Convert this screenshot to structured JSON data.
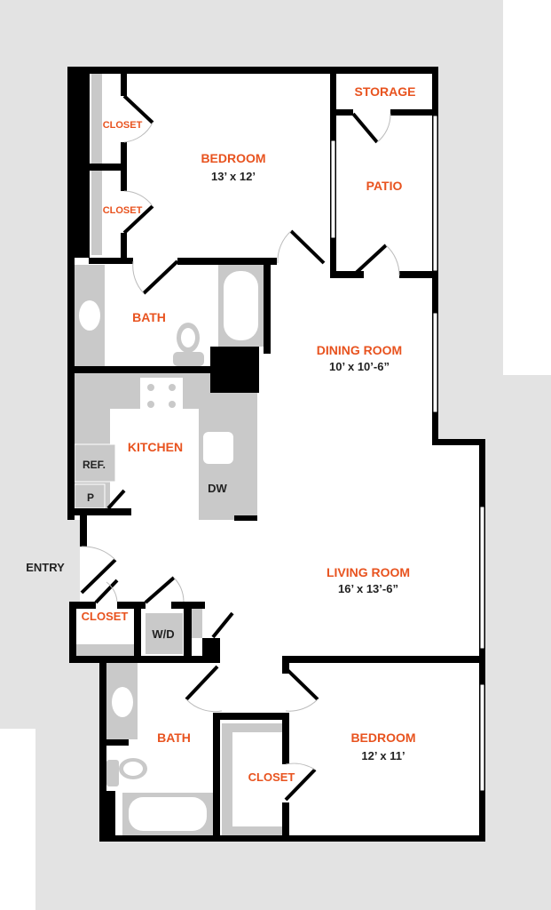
{
  "colors": {
    "background": "#e3e3e3",
    "label": "#e8531f",
    "wall": "#000000",
    "fixture": "#c9c9c9"
  },
  "rooms": {
    "bedroom1": {
      "name": "BEDROOM",
      "size": "13’ x 12’"
    },
    "closet1": {
      "name": "CLOSET"
    },
    "closet2": {
      "name": "CLOSET"
    },
    "storage": {
      "name": "STORAGE"
    },
    "patio": {
      "name": "PATIO"
    },
    "bath1": {
      "name": "BATH"
    },
    "dining": {
      "name": "DINING ROOM",
      "size": "10’ x 10’-6”"
    },
    "kitchen": {
      "name": "KITCHEN"
    },
    "living": {
      "name": "LIVING ROOM",
      "size": "16’ x  13’-6”"
    },
    "entry_closet": {
      "name": "CLOSET"
    },
    "bath2": {
      "name": "BATH"
    },
    "closet3": {
      "name": "CLOSET"
    },
    "bedroom2": {
      "name": "BEDROOM",
      "size": "12’ x 11’"
    }
  },
  "fixtures": {
    "ref": "REF.",
    "pantry": "P",
    "dishwasher": "DW",
    "washer_dryer": "W/D"
  },
  "entry": "ENTRY"
}
